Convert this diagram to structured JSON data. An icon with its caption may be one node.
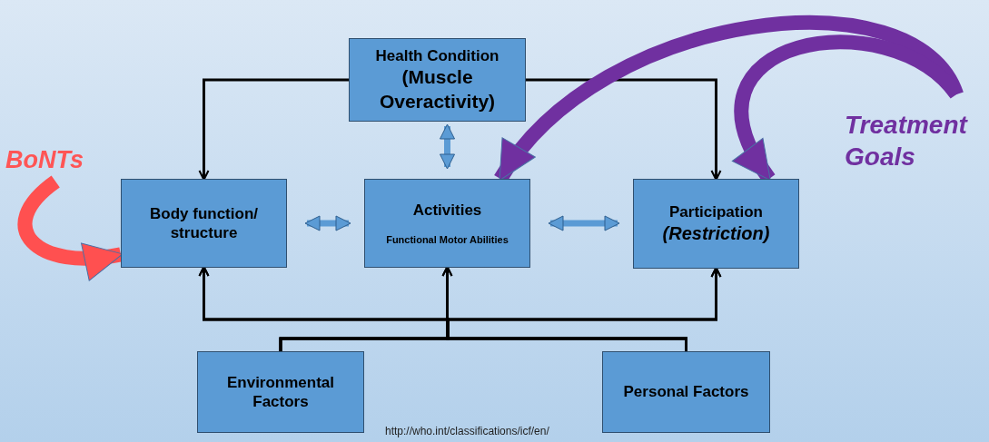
{
  "diagram": {
    "nodes": [
      {
        "text": [
          "Health Condition",
          "(Muscle Overactivity)"
        ]
      },
      {
        "text": [
          "Body function/ structure"
        ]
      },
      {
        "text": [
          "Activities",
          "Functional Motor Abilities"
        ]
      },
      {
        "text": [
          "Participation",
          "(Restriction)"
        ]
      },
      {
        "text": [
          "Environmental Factors"
        ]
      },
      {
        "text": [
          "Personal Factors"
        ]
      },
      {
        "text": [
          "BoNTs"
        ]
      },
      {
        "text": [
          "Treatment Goals"
        ]
      }
    ],
    "edges": [
      {
        "from": 0,
        "to": 1,
        "arrow": "to"
      },
      {
        "from": 0,
        "to": 3,
        "arrow": "to"
      },
      {
        "from": 0,
        "to": 2,
        "arrow": "both",
        "style": "thick",
        "color": "#5b9bd5"
      },
      {
        "from": 1,
        "to": 2,
        "arrow": "both",
        "style": "thick",
        "color": "#5b9bd5"
      },
      {
        "from": 2,
        "to": 3,
        "arrow": "both",
        "style": "thick",
        "color": "#5b9bd5"
      },
      {
        "from": 4,
        "to": 1,
        "arrow": "to"
      },
      {
        "from": 4,
        "to": 2,
        "arrow": "to"
      },
      {
        "from": 4,
        "to": 3,
        "arrow": "to"
      },
      {
        "from": 5,
        "to": 1,
        "arrow": "to"
      },
      {
        "from": 5,
        "to": 2,
        "arrow": "to"
      },
      {
        "from": 5,
        "to": 3,
        "arrow": "to"
      },
      {
        "from": 6,
        "to": 1,
        "arrow": "to",
        "style": "thick",
        "color": "#ff5050"
      },
      {
        "from": 7,
        "to": 2,
        "arrow": "to",
        "style": "thick",
        "color": "#7030a0"
      },
      {
        "from": 7,
        "to": 3,
        "arrow": "to",
        "style": "thick",
        "color": "#7030a0"
      }
    ],
    "labels": [
      "http://who.int/classifications/icf/en/"
    ]
  }
}
